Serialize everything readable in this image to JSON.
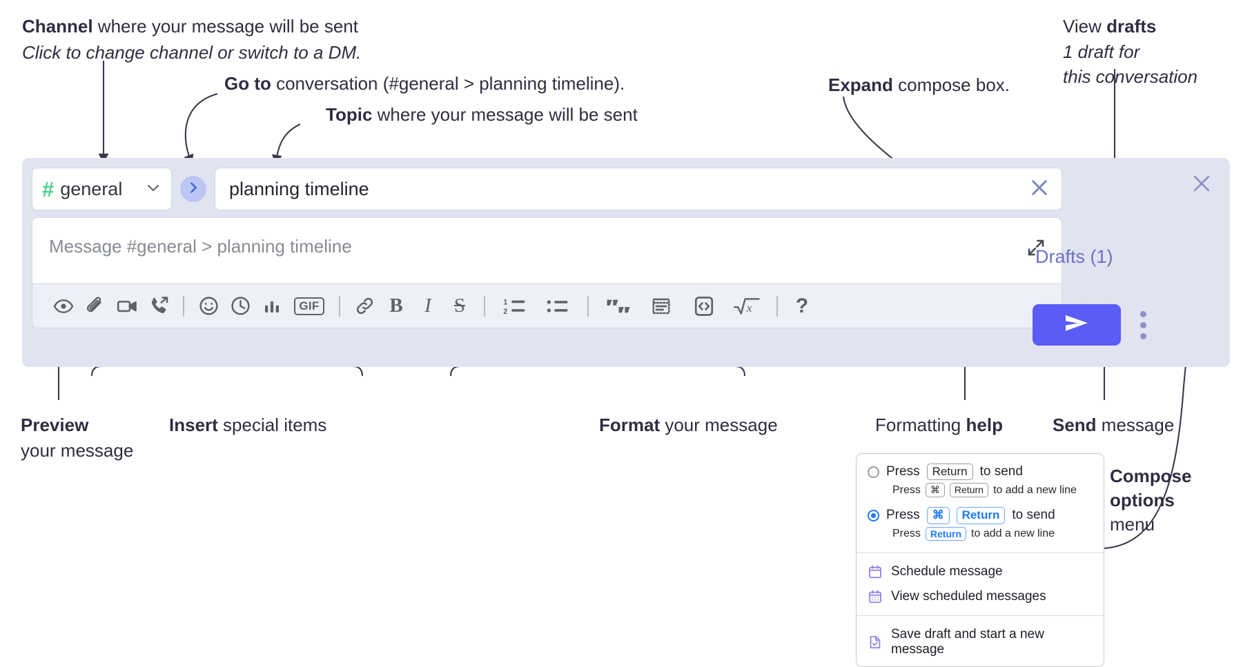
{
  "annotations": {
    "channel": {
      "bold": "Channel",
      "rest": " where your message will be sent",
      "italic": "Click to change channel or switch to a DM."
    },
    "goto": {
      "bold": "Go to",
      "rest": " conversation (#general > planning timeline)."
    },
    "topic": {
      "bold": "Topic",
      "rest": " where your message will be sent"
    },
    "expand": {
      "bold": "Expand",
      "rest": " compose box."
    },
    "drafts": {
      "plain": "View ",
      "bold": "drafts",
      "italic1": "1 draft for",
      "italic2": "this conversation"
    },
    "preview": {
      "bold": "Preview",
      "line2": "your message"
    },
    "insert": {
      "bold": "Insert",
      "rest": " special items"
    },
    "format": {
      "bold": "Format",
      "rest": " your message"
    },
    "help": {
      "plain": "Formatting ",
      "bold": "help"
    },
    "send": {
      "bold": "Send",
      "rest": " message"
    },
    "compose_options": {
      "bold1": "Compose",
      "bold2": "options",
      "plain": "menu"
    }
  },
  "compose": {
    "channel": {
      "hash": "#",
      "name": "general",
      "caret_icon": "chevron-down-icon"
    },
    "goto_icon": "chevron-right-icon",
    "topic": {
      "value": "planning timeline",
      "clear_icon": "close-icon"
    },
    "message": {
      "placeholder": "Message #general > planning timeline",
      "expand_icon": "expand-diagonal-icon"
    },
    "toolbar": [
      {
        "name": "preview-icon",
        "label": "Preview"
      },
      {
        "name": "attachment-icon",
        "label": "Attach file"
      },
      {
        "name": "video-icon",
        "label": "Video clip"
      },
      {
        "name": "audio-call-icon",
        "label": "Audio clip"
      },
      {
        "name": "emoji-icon",
        "label": "Emoji"
      },
      {
        "name": "clock-icon",
        "label": "Reminder"
      },
      {
        "name": "poll-icon",
        "label": "Poll"
      },
      {
        "name": "gif-icon",
        "label": "GIF"
      },
      {
        "name": "link-icon",
        "label": "Link"
      },
      {
        "name": "bold-icon",
        "label": "B"
      },
      {
        "name": "italic-icon",
        "label": "I"
      },
      {
        "name": "strikethrough-icon",
        "label": "S"
      },
      {
        "name": "ordered-list-icon",
        "label": "Ordered list"
      },
      {
        "name": "bulleted-list-icon",
        "label": "Bulleted list"
      },
      {
        "name": "blockquote-icon",
        "label": "Blockquote"
      },
      {
        "name": "code-block-icon",
        "label": "Code block"
      },
      {
        "name": "inline-code-icon",
        "label": "Code"
      },
      {
        "name": "math-icon",
        "label": "Math"
      },
      {
        "name": "help-icon",
        "label": "?"
      }
    ],
    "gif_label": "GIF",
    "bold_label": "B",
    "italic_label": "I",
    "strike_label": "S",
    "help_label": "?",
    "drafts_label": "Drafts (1)",
    "send_icon": "send-paper-plane-icon",
    "close_icon": "close-icon",
    "kebab_icon": "more-options-icon"
  },
  "menu": {
    "option1": {
      "pre": "Press",
      "key": "Return",
      "post": "to send",
      "sub_pre": "Press",
      "sub_key1": "⌘",
      "sub_key2": "Return",
      "sub_post": "to add a new line",
      "selected": false
    },
    "option2": {
      "pre": "Press",
      "key1": "⌘",
      "key2": "Return",
      "post": "to send",
      "sub_pre": "Press",
      "sub_key": "Return",
      "sub_post": "to add a new line",
      "selected": true
    },
    "items": [
      {
        "icon": "calendar-icon",
        "label": "Schedule message"
      },
      {
        "icon": "calendar-grid-icon",
        "label": "View scheduled messages"
      },
      {
        "icon": "save-draft-icon",
        "label": "Save draft and start a new message"
      }
    ]
  },
  "colors": {
    "panel_bg": "#e1e3f0",
    "send_button": "#5b5bf5",
    "hash_green": "#4fd18b",
    "goto_circle": "#bcc6f5",
    "drafts_text": "#6b72c4",
    "radio_blue": "#1d7afc",
    "menu_icon": "#8b82e8",
    "annotation_text": "#2e2e42"
  }
}
